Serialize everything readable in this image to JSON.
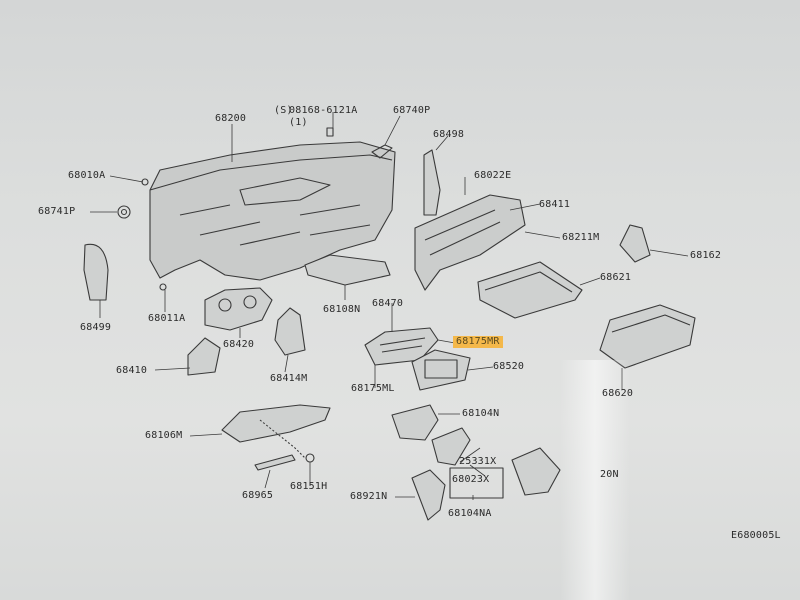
{
  "diagram": {
    "code": "E680005L",
    "ref_symbol": "S",
    "labels": {
      "p68200": "68200",
      "p68010a": "68010A",
      "p68741p": "68741P",
      "p68499": "68499",
      "p68011a": "68011A",
      "p08168": "08168-6121A",
      "p08168qty": "(1)",
      "p68740p": "68740P",
      "p68498": "68498",
      "p68022e": "68022E",
      "p68411": "68411",
      "p68211m": "68211M",
      "p68162": "68162",
      "p68621": "68621",
      "p68420": "68420",
      "p68108n": "68108N",
      "p68470": "68470",
      "p68175mr": "68175MR",
      "p68410": "68410",
      "p68414m": "68414M",
      "p68175ml": "68175ML",
      "p68520": "68520",
      "p68620": "68620",
      "p68106m": "68106M",
      "p68104n": "68104N",
      "p25331x": "25331X",
      "p68023x": "68023X",
      "p68965": "68965",
      "p68151h": "68151H",
      "p68921n": "68921N",
      "p68104na": "68104NA",
      "p_20n": "20N"
    },
    "highlight_color": "#f4b84a"
  }
}
